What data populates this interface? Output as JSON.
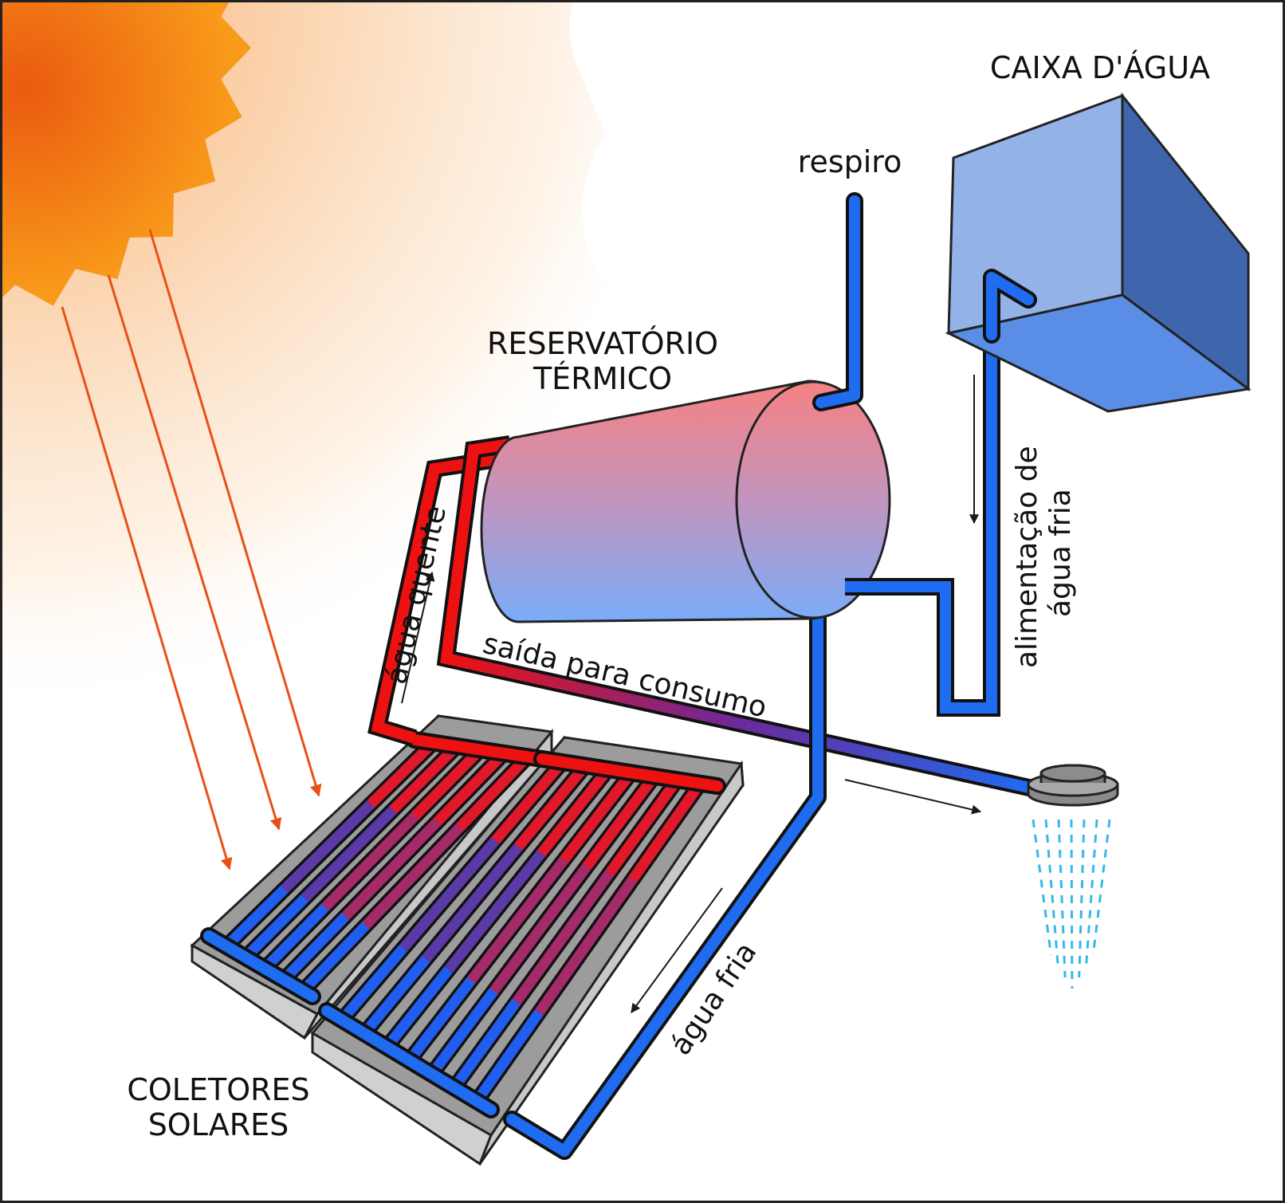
{
  "labels": {
    "caixa_dagua": "CAIXA D'ÁGUA",
    "respiro": "respiro",
    "reservatorio_line1": "RESERVATÓRIO",
    "reservatorio_line2": "TÉRMICO",
    "agua_quente": "água quente",
    "saida_para_consumo": "saída para consumo",
    "alimentacao_line1": "alimentação de",
    "alimentacao_line2": "água fria",
    "agua_fria": "água fria",
    "coletores_line1": "COLETORES",
    "coletores_line2": "SOLARES"
  },
  "colors": {
    "hot_pipe": "#ee1111",
    "cold_pipe": "#1f6cf0",
    "tank_top": "#f68a8c",
    "tank_bottom": "#7eaaf8",
    "box_front": "#93b3e8",
    "box_side": "#3f66ad",
    "sun": "#f08010",
    "sun_rays": "#e8501a",
    "collector_frame": "#a9a9a9",
    "shower_water": "#38b8e8"
  }
}
